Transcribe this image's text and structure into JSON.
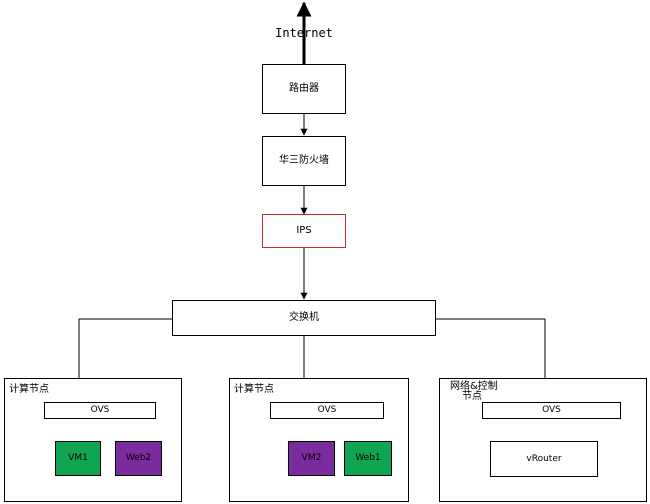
{
  "internet": "Internet",
  "router": "路由器",
  "firewall": "华三防火墙",
  "ips": "IPS",
  "switch": "交换机",
  "node1": {
    "title": "计算节点",
    "ovs": "OVS",
    "vm_a": "VM1",
    "vm_b": "Web2"
  },
  "node2": {
    "title": "计算节点",
    "ovs": "OVS",
    "vm_a": "VM2",
    "vm_b": "Web1"
  },
  "node3": {
    "title_line1": "网络&控制",
    "title_line2": "节点",
    "ovs": "OVS",
    "router": "vRouter"
  },
  "colors": {
    "ips_border": "#d22b2b",
    "vm_green": "#0ea450",
    "vm_purple": "#7a2b9e"
  }
}
